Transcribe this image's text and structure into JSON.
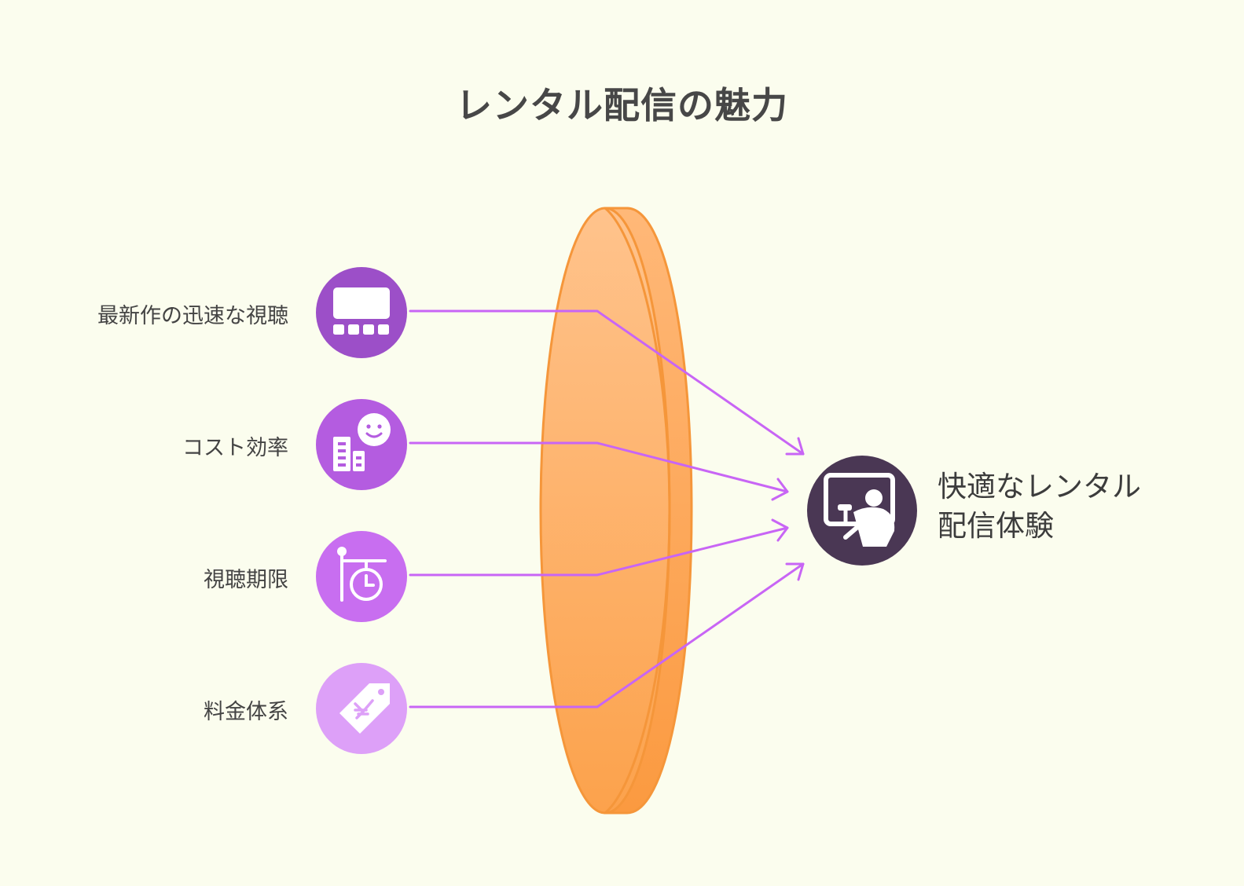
{
  "title": "レンタル配信の魅力",
  "inputs": [
    {
      "label": "最新作の迅速な視聴",
      "icon": "cinema-screen-icon",
      "color": "#9c4fc8"
    },
    {
      "label": "コスト効率",
      "icon": "buildings-smile-icon",
      "color": "#b45ce0"
    },
    {
      "label": "視聴期限",
      "icon": "hanging-timer-sign-icon",
      "color": "#c86ef0"
    },
    {
      "label": "料金体系",
      "icon": "yen-price-tag-icon",
      "color": "#dda0f8"
    }
  ],
  "output": {
    "line1": "快適なレンタル",
    "line2": "配信体験",
    "icon": "person-at-screen-icon",
    "color": "#4a3754"
  },
  "colors": {
    "arrow": "#c865f5",
    "lens_top": "#ffc28a",
    "lens_bottom": "#fca24c",
    "lens_stroke": "#f5963a",
    "background": "#fbfdee"
  }
}
